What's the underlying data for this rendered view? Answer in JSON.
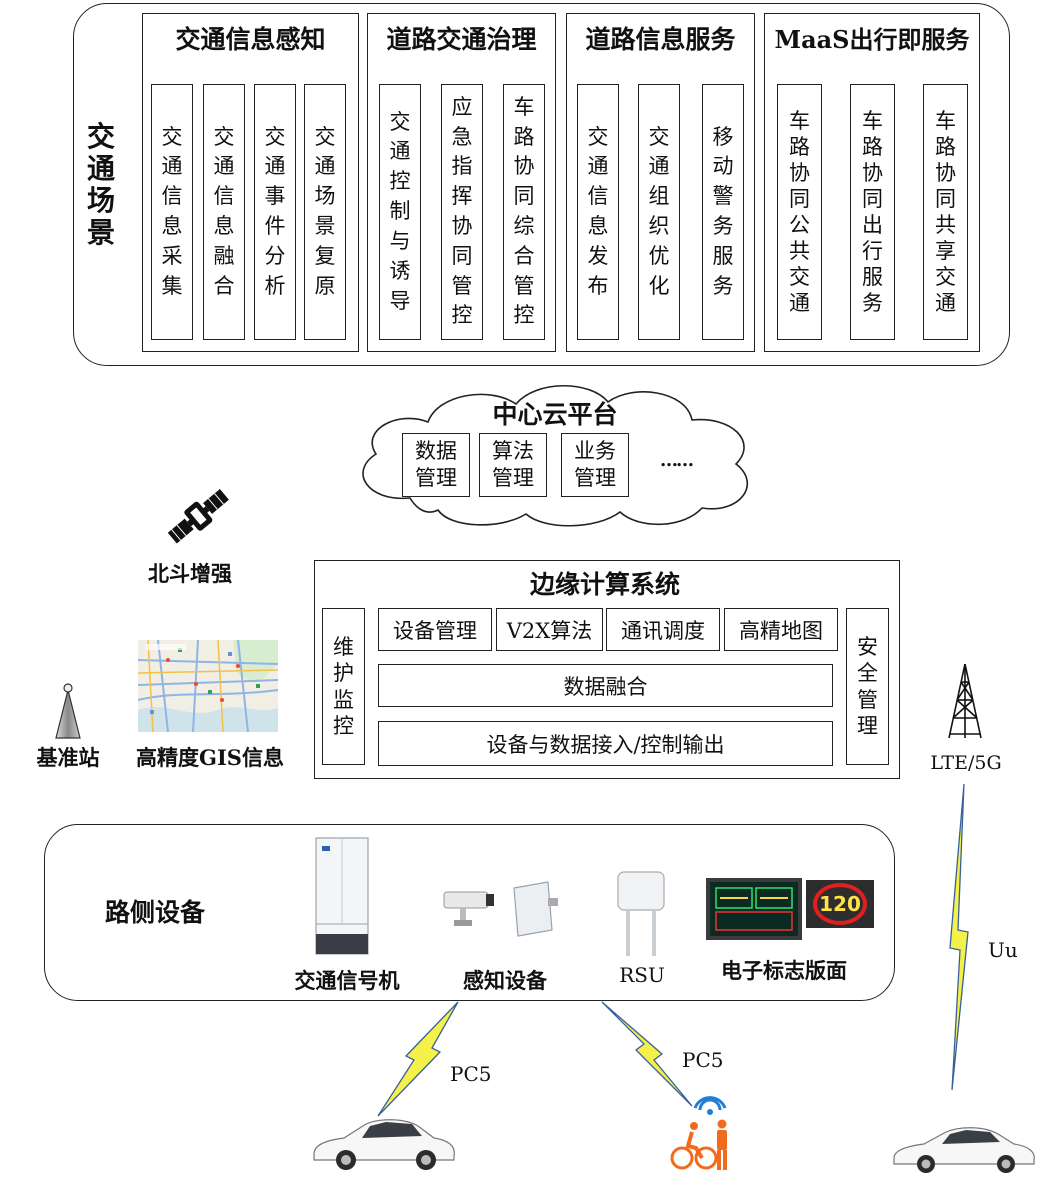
{
  "scene": {
    "title": "交通场景",
    "groups": [
      {
        "title": "交通信息感知",
        "items": [
          "交通信息采集",
          "交通信息融合",
          "交通事件分析",
          "交通场景复原"
        ]
      },
      {
        "title": "道路交通治理",
        "items": [
          "交通控制与诱导",
          "应急指挥协同管控",
          "车路协同综合管控"
        ]
      },
      {
        "title": "道路信息服务",
        "items": [
          "交通信息发布",
          "交通组织优化",
          "移动警务服务"
        ]
      },
      {
        "title": "MaaS出行即服务",
        "items": [
          "车路协同公共交通",
          "车路协同出行服务",
          "车路协同共享交通"
        ]
      }
    ]
  },
  "cloud": {
    "title": "中心云平台",
    "items": [
      "数据管理",
      "算法管理",
      "业务管理"
    ],
    "more": "……"
  },
  "beidou_label": "北斗增强",
  "base_station_label": "基准站",
  "gis_label": "高精度GIS信息",
  "edge": {
    "title": "边缘计算系统",
    "left": "维护监控",
    "right": "安全管理",
    "top_items": [
      "设备管理",
      "V2X算法",
      "通讯调度",
      "高精地图"
    ],
    "fusion": "数据融合",
    "access": "设备与数据接入/控制输出"
  },
  "tower_label": "LTE/5G",
  "roadside": {
    "title": "路侧设备",
    "devices": [
      "交通信号机",
      "感知设备",
      "RSU",
      "电子标志版面"
    ],
    "sign_value": "120"
  },
  "links": {
    "pc5_a": "PC5",
    "pc5_b": "PC5",
    "uu": "Uu"
  },
  "colors": {
    "bolt_fill": "#f4f14a",
    "bolt_stroke": "#3a5f9a",
    "cyclist": "#f26b1d",
    "wifi": "#1f7fd6"
  }
}
